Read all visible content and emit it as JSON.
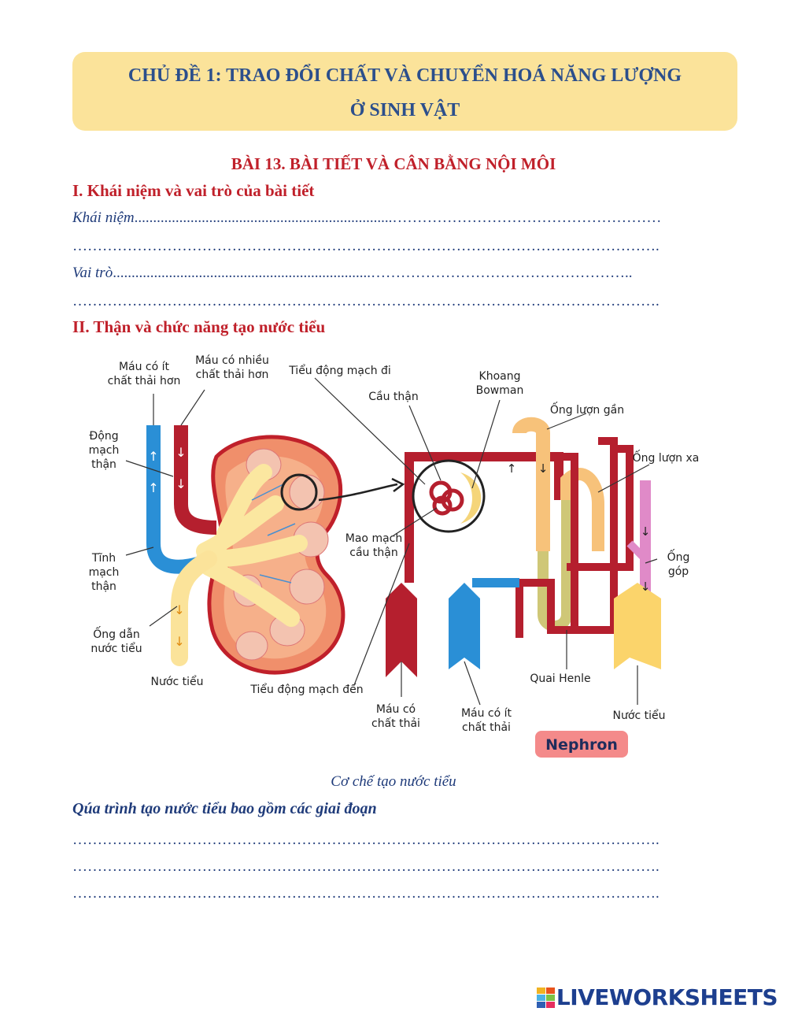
{
  "banner": {
    "line1": "CHỦ ĐỀ 1: TRAO ĐỔI CHẤT VÀ CHUYỂN HOÁ NĂNG LƯỢNG",
    "line2": "Ở SINH VẬT"
  },
  "lesson_title": "BÀI 13. BÀI TIẾT VÀ CÂN BẰNG NỘI MÔI",
  "section1": {
    "heading": "I. Khái niệm và vai trò của bài tiết",
    "concept_label": "Khái niệm",
    "role_label": "Vai trò"
  },
  "section2": {
    "heading": "II. Thận và chức năng tạo nước tiểu"
  },
  "diagram": {
    "labels": {
      "blood_less_waste": [
        "Máu có ít",
        "chất thải hơn"
      ],
      "blood_more_waste": [
        "Máu có nhiều",
        "chất thải hơn"
      ],
      "renal_artery": [
        "Động",
        "mạch",
        "thận"
      ],
      "renal_vein": [
        "Tĩnh",
        "mạch",
        "thận"
      ],
      "ureter": [
        "Ống dẫn",
        "nước tiểu"
      ],
      "urine_left": "Nước tiểu",
      "efferent_arteriole": "Tiểu động mạch đi",
      "glomerulus": "Cầu thận",
      "bowman": [
        "Khoang",
        "Bowman"
      ],
      "proximal_tubule": "Ống lượn gần",
      "distal_tubule": "Ống lượn xa",
      "capillaries": [
        "Mao mạch",
        "cầu thận"
      ],
      "collecting_duct": [
        "Ống",
        "góp"
      ],
      "afferent_arteriole": "Tiểu động mạch đến",
      "blood_waste": [
        "Máu có",
        "chất thải"
      ],
      "blood_little_waste": [
        "Máu có ít",
        "chất thải"
      ],
      "loop_henle": "Quai Henle",
      "urine_right": "Nước tiểu",
      "nephron_badge": "Nephron"
    },
    "colors": {
      "artery": "#b51f2e",
      "vein": "#2a8fd6",
      "urine": "#f5c66a",
      "kidney": "#f08f6b",
      "badge": "#f48a8a"
    }
  },
  "caption": "Cơ chế tạo nước tiểu",
  "process_heading": "Qúa trình tạo nước tiểu bao gồm các giai đoạn",
  "logo": {
    "text": "LIVEWORKSHEETS",
    "icon": "liveworksheets-logo-icon"
  }
}
